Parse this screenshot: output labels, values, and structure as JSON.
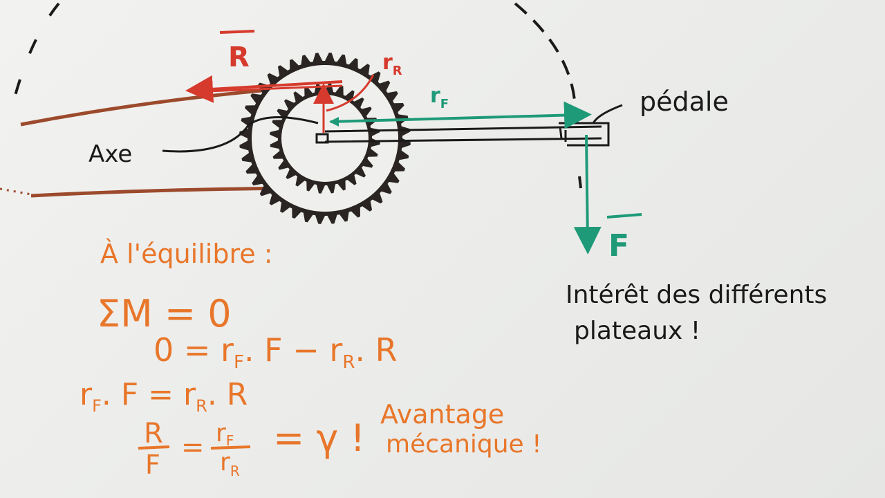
{
  "colors": {
    "board": "#eeeeec",
    "chain": "#9c4a2c",
    "gear": "#2a2522",
    "red": "#d63a2c",
    "green": "#1f9a78",
    "orange": "#e8762a",
    "black": "#1a1a1a"
  },
  "labels": {
    "R_vector": "R",
    "r_R": "r",
    "r_R_sub": "R",
    "r_F": "r",
    "r_F_sub": "F",
    "F_vector": "F",
    "axe": "Axe",
    "pedale": "pédale",
    "interet_line1": "Intérêt des différents",
    "interet_line2": "plateaux !"
  },
  "equations": {
    "equilibrium": "À l'équilibre :",
    "eq1": "ΣM = 0",
    "eq2_lhs": "0 = r",
    "eq2_sub1": "F",
    "eq2_mid": ". F − r",
    "eq2_sub2": "R",
    "eq2_end": ". R",
    "eq3_lhs": "r",
    "eq3_sub1": "F",
    "eq3_mid": ". F  =  r",
    "eq3_sub2": "R",
    "eq3_end": ". R",
    "frac1_num": "R",
    "frac1_den": "F",
    "frac2_num": "r",
    "frac2_num_sub": "F",
    "frac2_den": "r",
    "frac2_den_sub": "R",
    "equals": "=",
    "gamma": "= γ !",
    "advantage_line1": "Avantage",
    "advantage_line2": "mécanique !"
  }
}
